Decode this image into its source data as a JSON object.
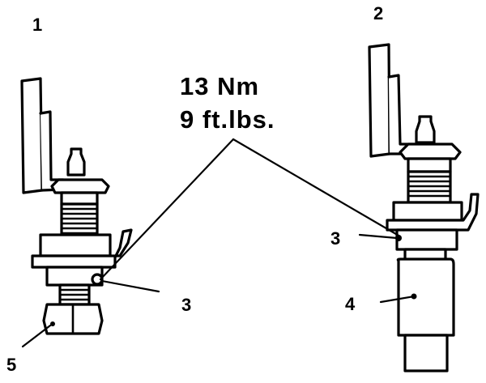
{
  "labels": {
    "fig1": "1",
    "fig2": "2",
    "torque_nm": "13 Nm",
    "torque_ftlbs": "9 ft.lbs.",
    "callout_3_left": "3",
    "callout_3_right": "3",
    "callout_4": "4",
    "callout_5": "5"
  },
  "colors": {
    "ink": "#000000",
    "paper": "#ffffff"
  }
}
